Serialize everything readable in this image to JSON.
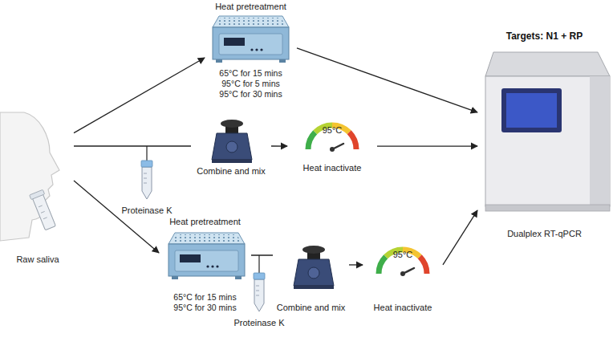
{
  "diagram": {
    "nodes": [
      {
        "text": [
          "Raw saliva"
        ]
      },
      {
        "text": [
          "Heat pretreatment",
          "65°C for 15 mins 95°C for 5 mins 95°C for 30 mins"
        ]
      },
      {
        "text": [
          "Combine and mix"
        ]
      },
      {
        "text": [
          "95°C",
          "Heat inactivate"
        ]
      },
      {
        "text": [
          "Targets: N1 + RP",
          "Dualplex RT-qPCR"
        ]
      },
      {
        "text": [
          "Heat pretreatment",
          "65°C for 15 mins 95°C for 30 mins"
        ]
      },
      {
        "text": [
          "Combine and mix"
        ]
      },
      {
        "text": [
          "95°C",
          "Heat inactivate"
        ]
      }
    ],
    "edges": [
      {
        "from": 0,
        "to": 1,
        "arrow": "to"
      },
      {
        "from": 1,
        "to": 4,
        "arrow": "to"
      },
      {
        "from": 0,
        "to": 2,
        "arrow": "none"
      },
      {
        "from": 2,
        "to": 3,
        "arrow": "to"
      },
      {
        "from": 3,
        "to": 4,
        "arrow": "to"
      },
      {
        "from": 0,
        "to": 5,
        "arrow": "to"
      },
      {
        "from": 5,
        "to": 6,
        "arrow": "none"
      },
      {
        "from": 6,
        "to": 7,
        "arrow": "to"
      },
      {
        "from": 7,
        "to": 4,
        "arrow": "to"
      }
    ],
    "labels": [
      "Proteinase K",
      "Proteinase K"
    ]
  }
}
